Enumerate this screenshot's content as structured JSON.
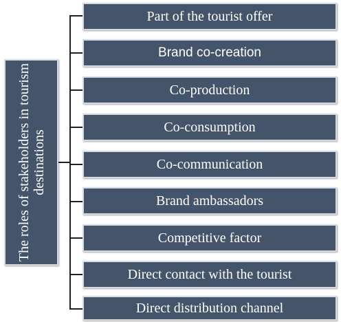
{
  "diagram": {
    "root": {
      "label": "The roles of stakeholders in tourism destinations"
    },
    "items": [
      {
        "label": "Part of the tourist offer"
      },
      {
        "label": "Brand co-creation"
      },
      {
        "label": "Co-production"
      },
      {
        "label": "Co-consumption"
      },
      {
        "label": "Co-communication"
      },
      {
        "label": "Brand ambassadors"
      },
      {
        "label": "Competitive factor"
      },
      {
        "label": "Direct contact with the tourist"
      },
      {
        "label": "Direct distribution channel"
      }
    ]
  },
  "colors": {
    "box_fill": "#44546a",
    "box_border": "#d6dbe2",
    "connector": "#1f1f1f",
    "text": "#ffffff"
  }
}
